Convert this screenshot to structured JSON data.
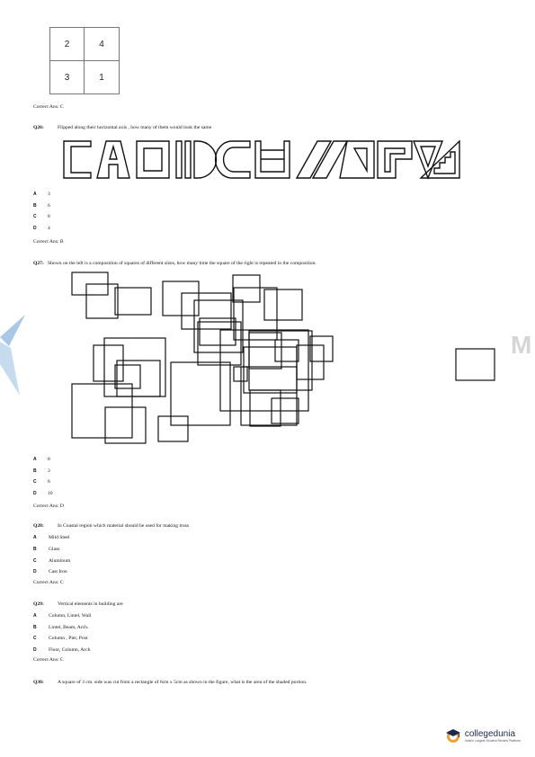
{
  "grid_cells": [
    "2",
    "4",
    "3",
    "1"
  ],
  "q25_answer": "Correct Ans: C",
  "q26": {
    "num": "Q26:",
    "text": "Flipped along their horizontal axis , how many of them would look the same",
    "options": [
      {
        "letter": "A",
        "text": "3"
      },
      {
        "letter": "B",
        "text": "6"
      },
      {
        "letter": "C",
        "text": "8"
      },
      {
        "letter": "D",
        "text": "4"
      }
    ],
    "answer": "Correct Ans: B"
  },
  "q27": {
    "num": "Q27:",
    "text": "Shown on the left is a composition of squares of different sizes, how many time the square of the right is repeated in the composition.",
    "options": [
      {
        "letter": "A",
        "text": "8"
      },
      {
        "letter": "B",
        "text": "3"
      },
      {
        "letter": "C",
        "text": "6"
      },
      {
        "letter": "D",
        "text": "10"
      }
    ],
    "answer": "Correct Ans: D"
  },
  "q28": {
    "num": "Q28:",
    "text": "In Coastal region which material should be used for making truss",
    "options": [
      {
        "letter": "A",
        "text": "Mild Steel"
      },
      {
        "letter": "B",
        "text": "Glass"
      },
      {
        "letter": "C",
        "text": "Aluminum"
      },
      {
        "letter": "D",
        "text": "Cast Iron"
      }
    ],
    "answer": "Correct Ans: C"
  },
  "q29": {
    "num": "Q29:",
    "text": "Vertical elements in building are",
    "options": [
      {
        "letter": "A",
        "text": "Column, Lintel, Wall"
      },
      {
        "letter": "B",
        "text": "Lintel, Beam, Arch."
      },
      {
        "letter": "C",
        "text": "Column , Pier, Post"
      },
      {
        "letter": "D",
        "text": "Floor, Column, Arch"
      }
    ],
    "answer": "Correct Ans: C"
  },
  "q30": {
    "num": "Q30:",
    "text": "A square of 3 cm. side was cut from a rectangle of 6cm x 5cm as shown in the figure, what is the area of the shaded portion."
  },
  "logo": {
    "name": "collegedunia",
    "tagline": "India's Largest Student Review Platform",
    "color": "#1b2a4a"
  },
  "watermark": "M"
}
